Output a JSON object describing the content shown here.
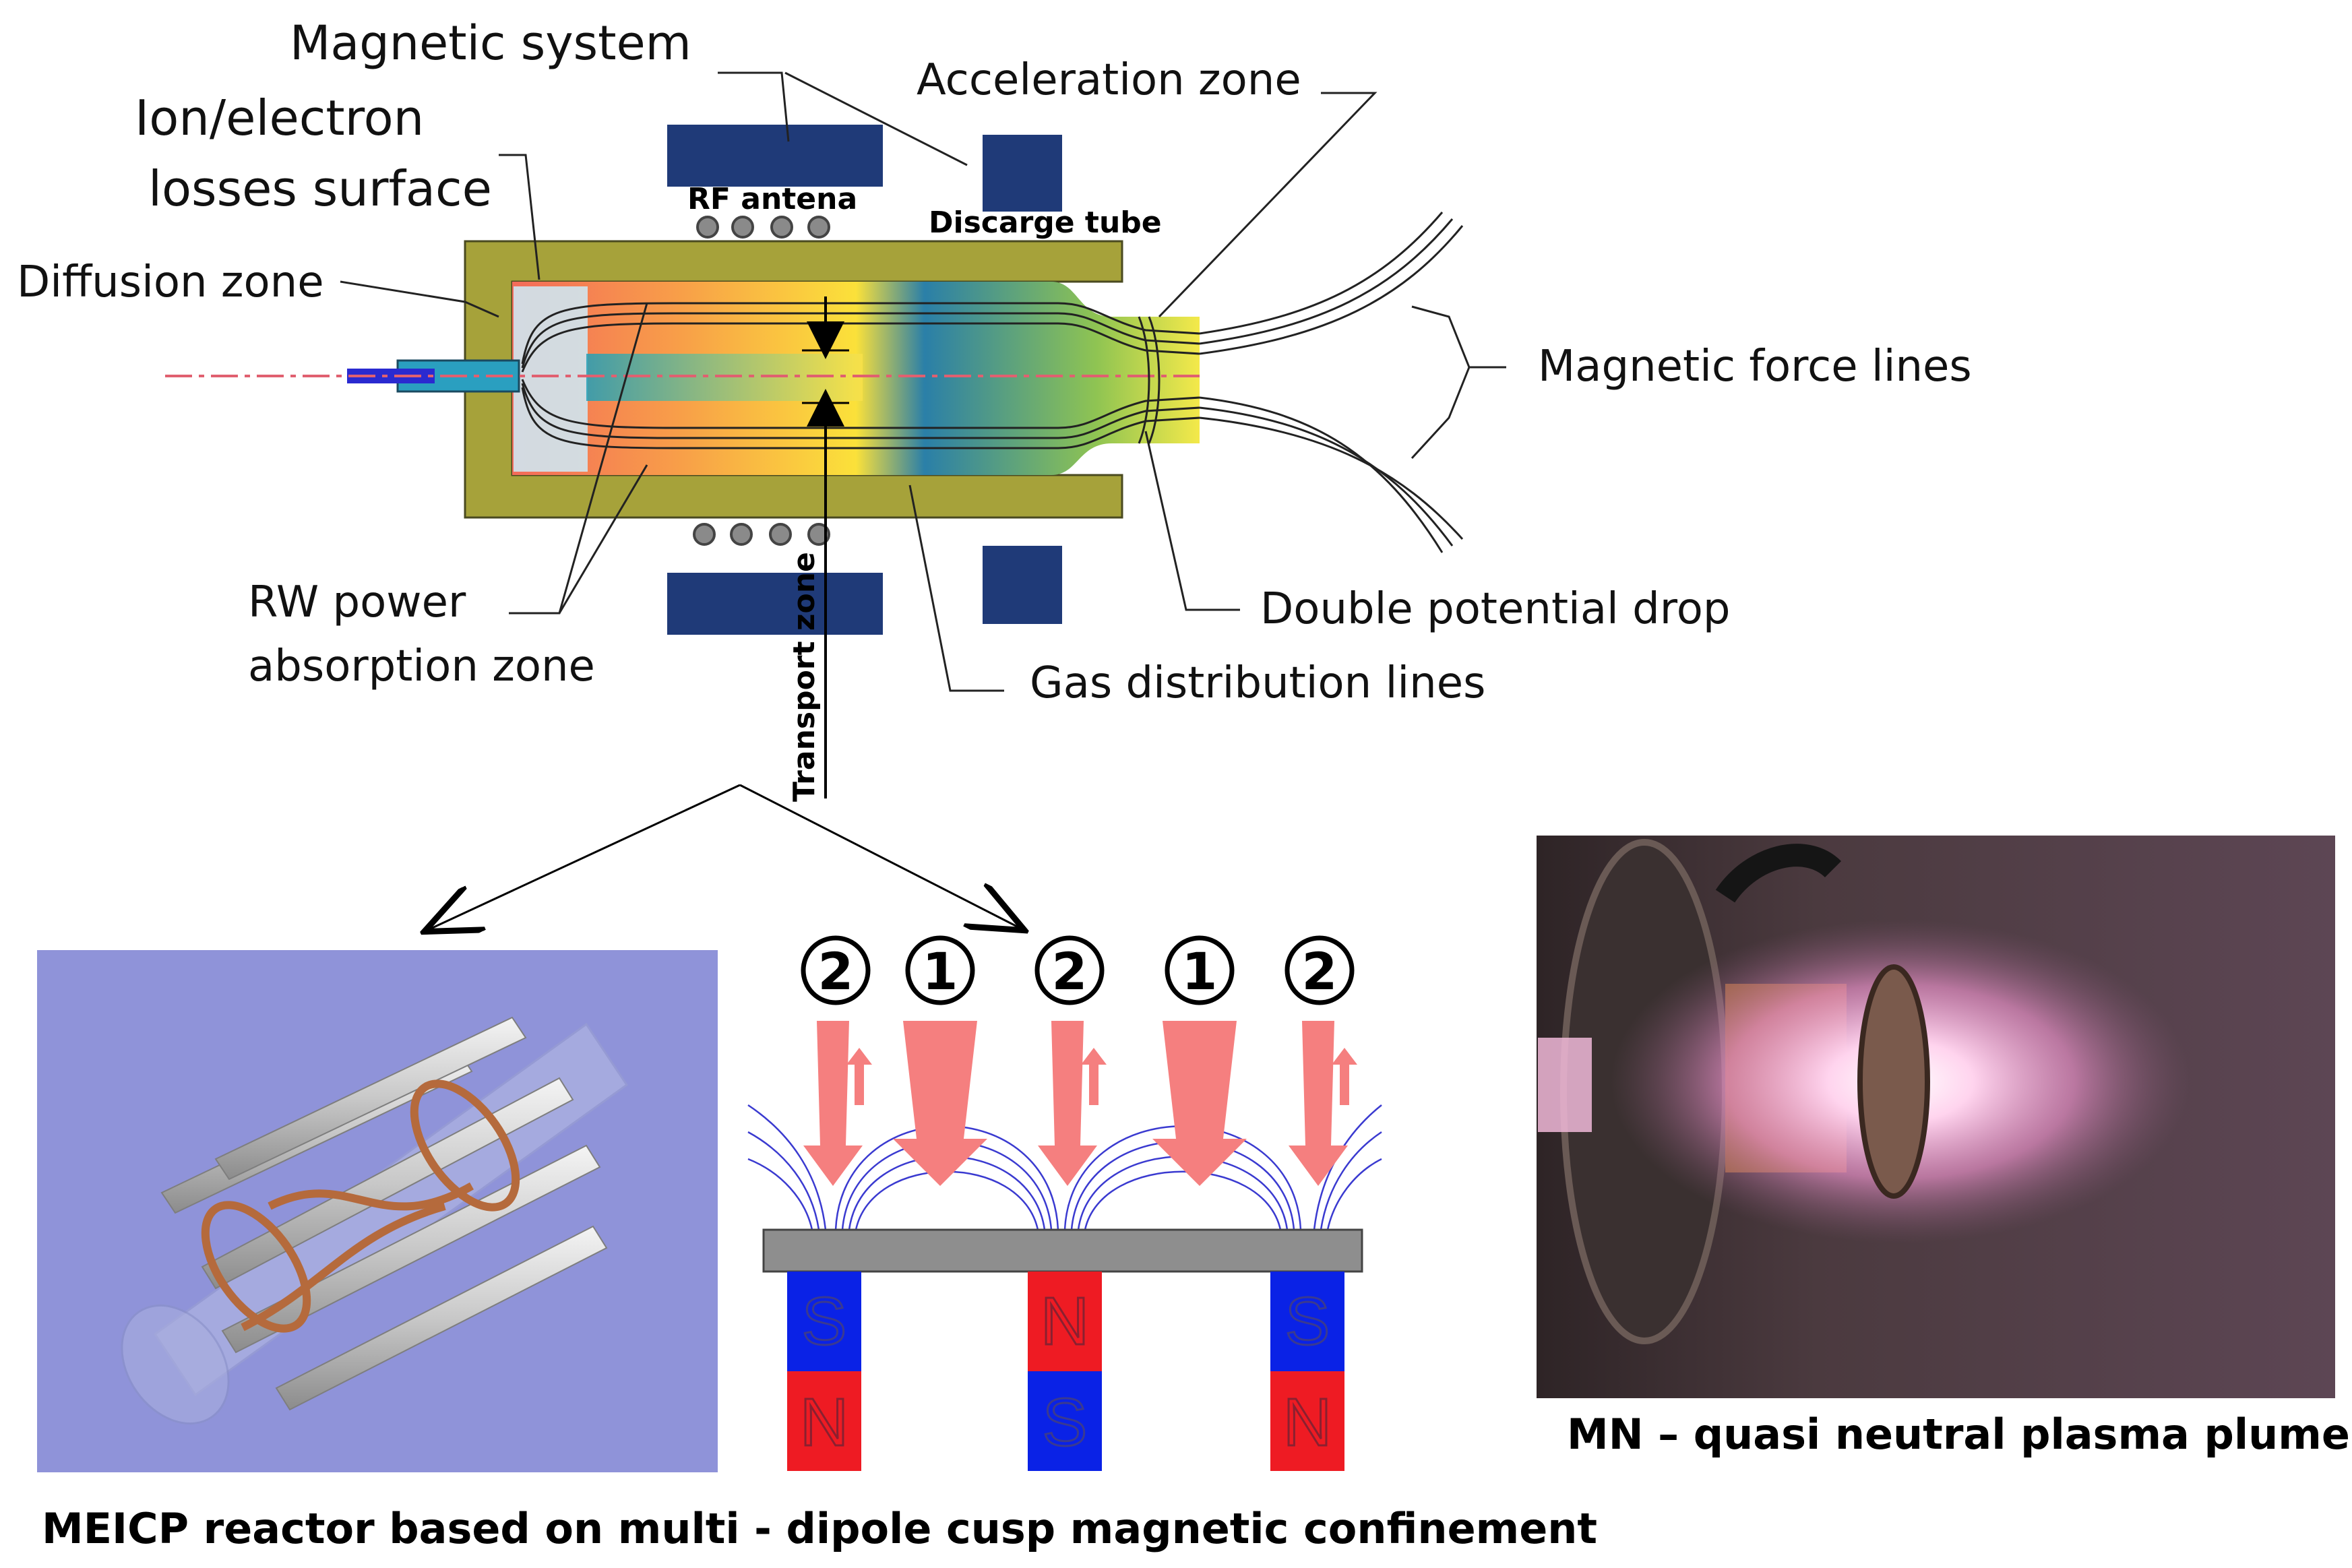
{
  "labels": {
    "magnetic_system": "Magnetic system",
    "acceleration_zone": "Acceleration zone",
    "ion_electron_1": "Ion/electron",
    "ion_electron_2": "losses surface",
    "rf_antena": "RF antena",
    "discarge_tube": "Discarge tube",
    "diffusion_zone": "Diffusion zone",
    "magnetic_force_lines": "Magnetic force lines",
    "rw_power_1": "RW power",
    "rw_power_2": "absorption zone",
    "double_potential_drop": "Double potential drop",
    "gas_distribution_lines": "Gas distribution lines",
    "transport_zone": "Transport zone",
    "mn_caption": "MN – quasi neutral plasma plume",
    "meicp_caption": "MEICP reactor based on multi - dipole cusp magnetic confinement"
  },
  "cusp": {
    "markers": [
      "2",
      "1",
      "2",
      "1",
      "2"
    ],
    "magnets": [
      {
        "top": "S",
        "bottom": "N"
      },
      {
        "top": "N",
        "bottom": "S"
      },
      {
        "top": "S",
        "bottom": "N"
      }
    ]
  },
  "colors": {
    "coil_blue": "#1f3a78",
    "tube_olive": "#a6a23a",
    "magnet_red": "#ee1b23",
    "magnet_blue": "#0a22e6",
    "arrow_pink": "#f57f7f",
    "reactor_bg": "#8f93d9"
  }
}
